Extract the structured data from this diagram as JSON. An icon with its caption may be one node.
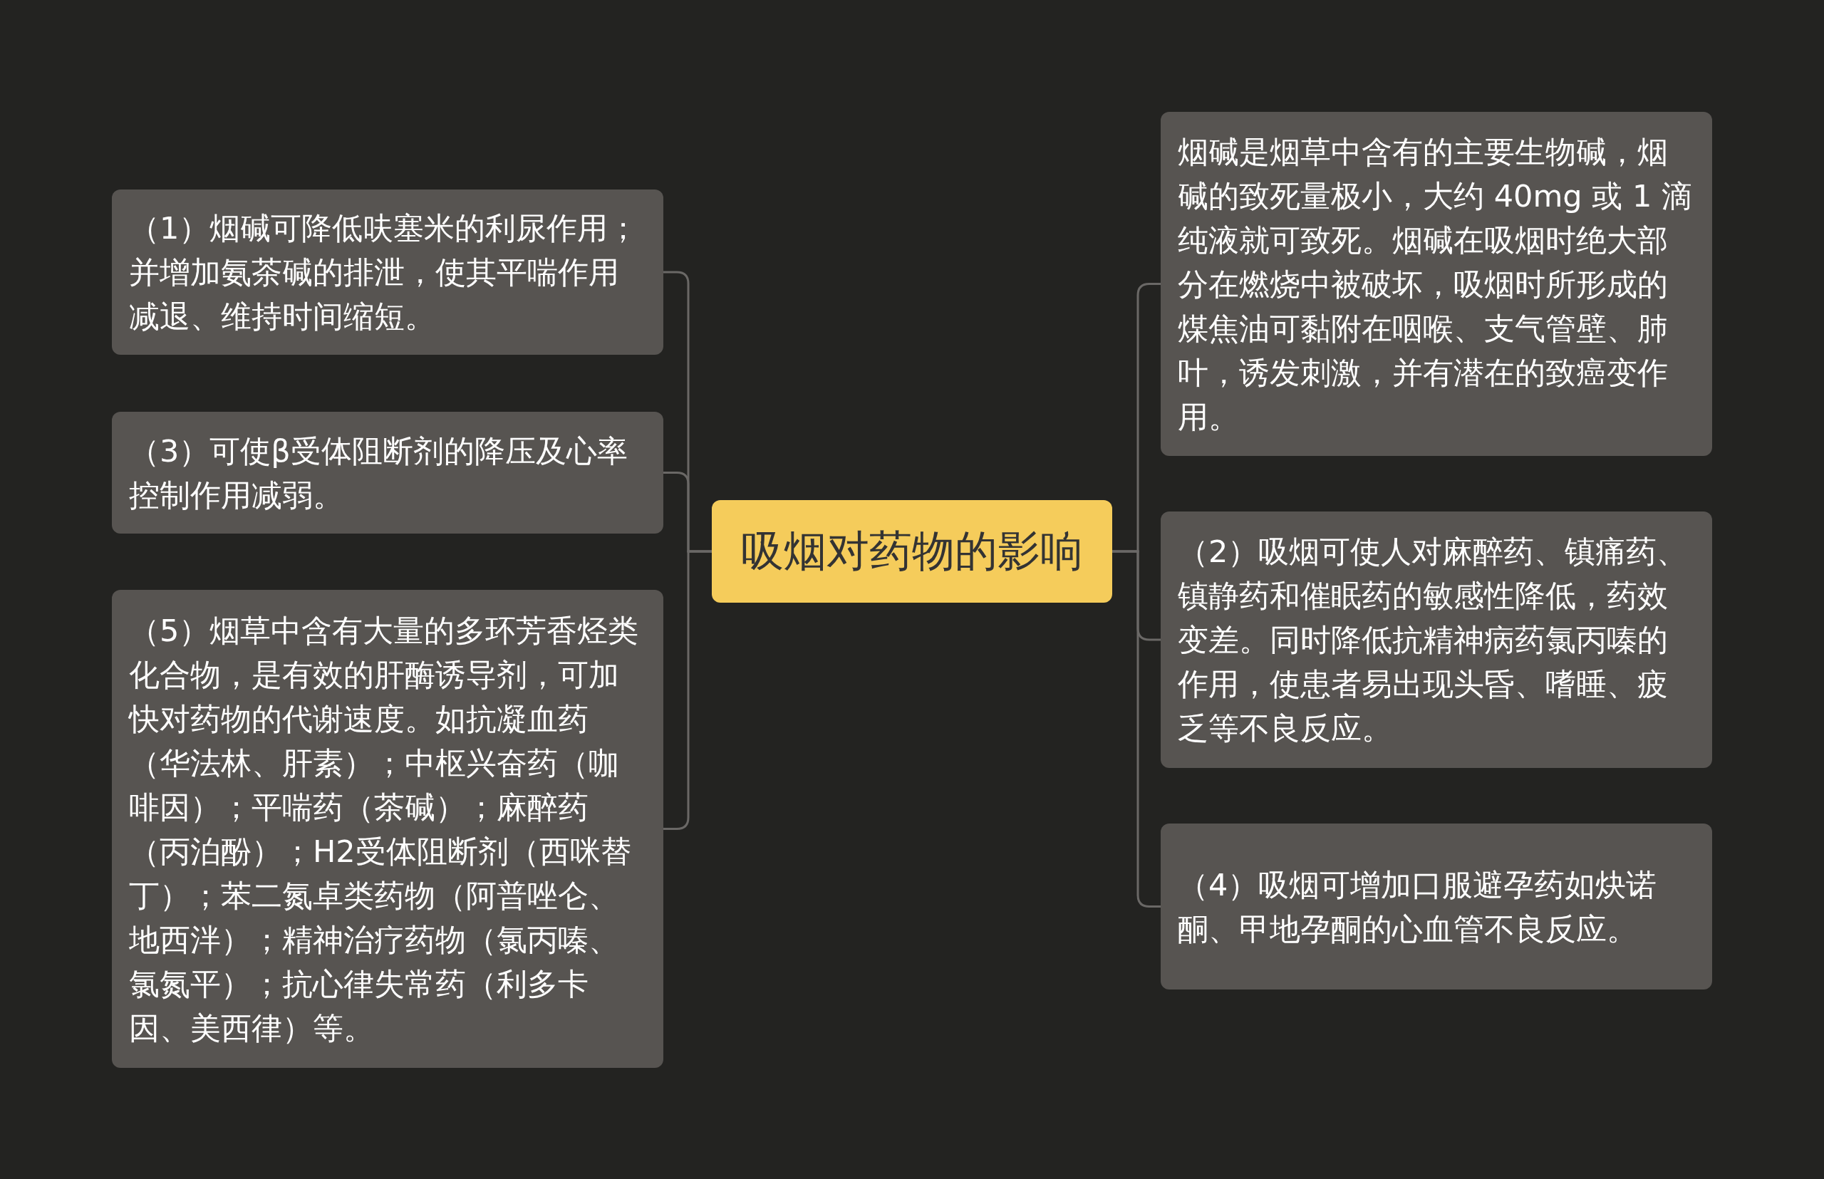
{
  "diagram": {
    "nodes": [
      {
        "text": [
          "吸烟对药物的影响"
        ]
      },
      {
        "text": [
          "（1）烟碱可降低呋塞米的利尿作用；并增加氨茶碱的排泄，使其平喘作用减退、维持时间缩短。"
        ]
      },
      {
        "text": [
          "（3）可使β受体阻断剂的降压及心率控制作用减弱。"
        ]
      },
      {
        "text": [
          "（5）烟草中含有大量的多环芳香烃类化合物，是有效的肝酶诱导剂，可加快对药物的代谢速度。如抗凝血药（华法林、肝素）；中枢兴奋药（咖啡因）；平喘药（茶碱）；麻醉药（丙泊酚）；H2受体阻断剂（西咪替丁）；苯二氮卓类药物（阿普唑仑、地西泮）；精神治疗药物（氯丙嗪、氯氮平）；抗心律失常药（利多卡因、美西律）等。"
        ]
      },
      {
        "text": [
          "烟碱是烟草中含有的主要生物碱，烟碱的致死量极小，大约 40mg 或 1 滴纯液就可致死。烟碱在吸烟时绝大部分在燃烧中被破坏，吸烟时所形成的煤焦油可黏附在咽喉、支气管壁、肺叶，诱发刺激，并有潜在的致癌变作用。"
        ]
      },
      {
        "text": [
          "（2）吸烟可使人对麻醉药、镇痛药、镇静药和催眠药的敏感性降低，药效变差。同时降低抗精神病药氯丙嗪的作用，使患者易出现头昏、嗜睡、疲乏等不良反应。"
        ]
      },
      {
        "text": [
          "（4）吸烟可增加口服避孕药如炔诺酮、甲地孕酮的心血管不良反应。"
        ]
      }
    ],
    "edges": [
      {
        "from": 0,
        "to": 1,
        "arrow": "none"
      },
      {
        "from": 0,
        "to": 2,
        "arrow": "none"
      },
      {
        "from": 0,
        "to": 3,
        "arrow": "none"
      },
      {
        "from": 0,
        "to": 4,
        "arrow": "none"
      },
      {
        "from": 0,
        "to": 5,
        "arrow": "none"
      },
      {
        "from": 0,
        "to": 6,
        "arrow": "none"
      }
    ]
  }
}
